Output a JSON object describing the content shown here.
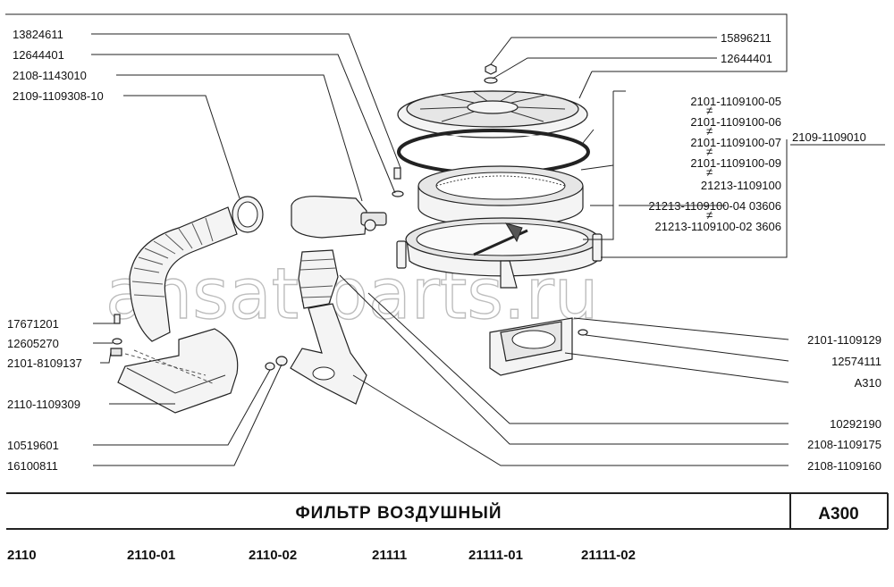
{
  "watermark": "ansat-parts.ru",
  "title": "ФИЛЬТР  ВОЗДУШНЫЙ",
  "page_code": "A300",
  "models": [
    "2110",
    "2110-01",
    "2110-02",
    "21111",
    "21111-01",
    "21111-02"
  ],
  "labels_left": [
    "13824611",
    "12644401",
    "2108-1143010",
    "2109-1109308-10",
    "17671201",
    "12605270",
    "2101-8109137",
    "2110-1109309",
    "10519601",
    "16100811"
  ],
  "labels_right": [
    "15896211",
    "12644401",
    "2109-1109010",
    "2101-1109129",
    "12574111",
    "A310",
    "10292190",
    "2108-1109175",
    "2108-1109160"
  ],
  "filter_variants": [
    "2101-1109100-05",
    "2101-1109100-06",
    "2101-1109100-07",
    "2101-1109100-09",
    "21213-1109100",
    "21213-1109100-04  03606",
    "21213-1109100-02  3606"
  ],
  "variant_marker": "≠"
}
